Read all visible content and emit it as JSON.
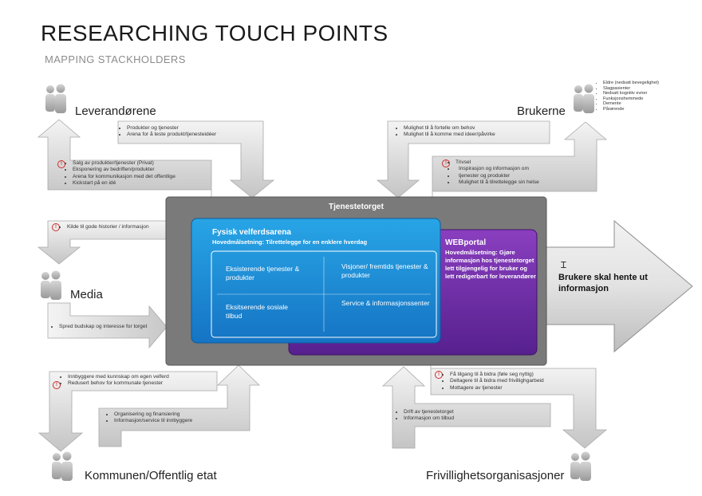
{
  "header": {
    "title": "RESEARCHING TOUCH POINTS",
    "subtitle": "MAPPING STACKHOLDERS"
  },
  "stakeholders": {
    "leverandorene": "Leverandørene",
    "brukerne": "Brukerne",
    "media": "Media",
    "kommunen": "Kommunen/Offentlig etat",
    "frivillighet": "Frivillighetsorganisasjoner"
  },
  "alert_symbol": "!",
  "flows": {
    "lev_in": [
      "Produkter og tjenester",
      "Arena for å teste produkt/tjenesteidéer"
    ],
    "lev_out": [
      "Salg av produkter/tjenester (Privat)",
      "Eksponering av bedriften/produkter",
      "Arena for kommunikasjon med det offentlige",
      "Kickstart på en idé"
    ],
    "bruk_in": [
      "Mulighet til å fortelle om behov",
      "Mulighet til å komme med ideer/påvirke"
    ],
    "bruk_out": [
      "Trivsel",
      "Inspirasjon og informasjon om",
      "tjenester og produkter",
      "Mulighet til å tilrettelegge sin helse"
    ],
    "media_out": [
      "Kilde til gode historier / informasjon"
    ],
    "media_in": [
      "Spred budskap og interesse for torget"
    ],
    "komm_out": [
      "Innbyggere med kunnskap om egen velferd",
      "Redusert behov for kommunale tjenester"
    ],
    "komm_in": [
      "Organisering og finansiering",
      "Informasjon/service til innbyggere"
    ],
    "friv_out": [
      "Få tilgang til å bidra (føle seg nyttig)",
      "Deltagere til å bidra  med frivillighgarbeid",
      "Mottagere av tjenester"
    ],
    "friv_in": [
      "Drift av tjenestetorget",
      "Informasjon om tilbud"
    ]
  },
  "user_categories": [
    "Eldre (nedsatt bevegelighet)",
    "Slagpasienter",
    "Nedsatt kognitiv evner",
    "Funksjonshemmede",
    "Demente",
    "Pårørende"
  ],
  "hub": {
    "title": "Tjenestetorget",
    "fysisk": {
      "title": "Fysisk velferdsarena",
      "goal": "Hovedmålsetning: Tilrettelegge for en enklere hverdag",
      "q1": "Eksisterende tjenester & produkter",
      "q2": "Visjoner/ fremtids tjenester & produkter",
      "q3": "Eksitserende sosiale tilbud",
      "q4": "Service & informasjonssenter"
    },
    "web": {
      "title": "WEBportal",
      "body": "Hovedmålsetning: Gjøre informasjon hos tjenestetorget lett tilgjengelig for bruker og lett redigerbart for leverandører"
    }
  },
  "output_arrow": "Brukere skal hente ut informasjon",
  "colors": {
    "hub_gray": "#7a7a7a",
    "fysisk_blue": "#1d8fd6",
    "web_purple": "#6a2ca0",
    "alert_red": "#cc2a2a"
  }
}
